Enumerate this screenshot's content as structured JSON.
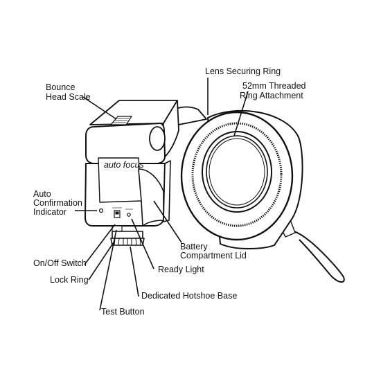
{
  "diagram": {
    "labels": {
      "lens_securing_ring": [
        "Lens Securing Ring"
      ],
      "threaded_ring": [
        "52mm Threaded",
        "Ring Attachment"
      ],
      "bounce_head_scale": [
        "Bounce",
        "Head Scale"
      ],
      "auto_confirmation": [
        "Auto",
        "Confirmation",
        "Indicator"
      ],
      "battery_lid": [
        "Battery",
        "Compartment Lid"
      ],
      "on_off_switch": [
        "On/Off Switch"
      ],
      "ready_light": [
        "Ready Light"
      ],
      "lock_ring": [
        "Lock Ring"
      ],
      "hotshoe_base": [
        "Dedicated Hotshoe Base"
      ],
      "test_button": [
        "Test Button"
      ]
    },
    "panel_brand": "auto focus"
  }
}
